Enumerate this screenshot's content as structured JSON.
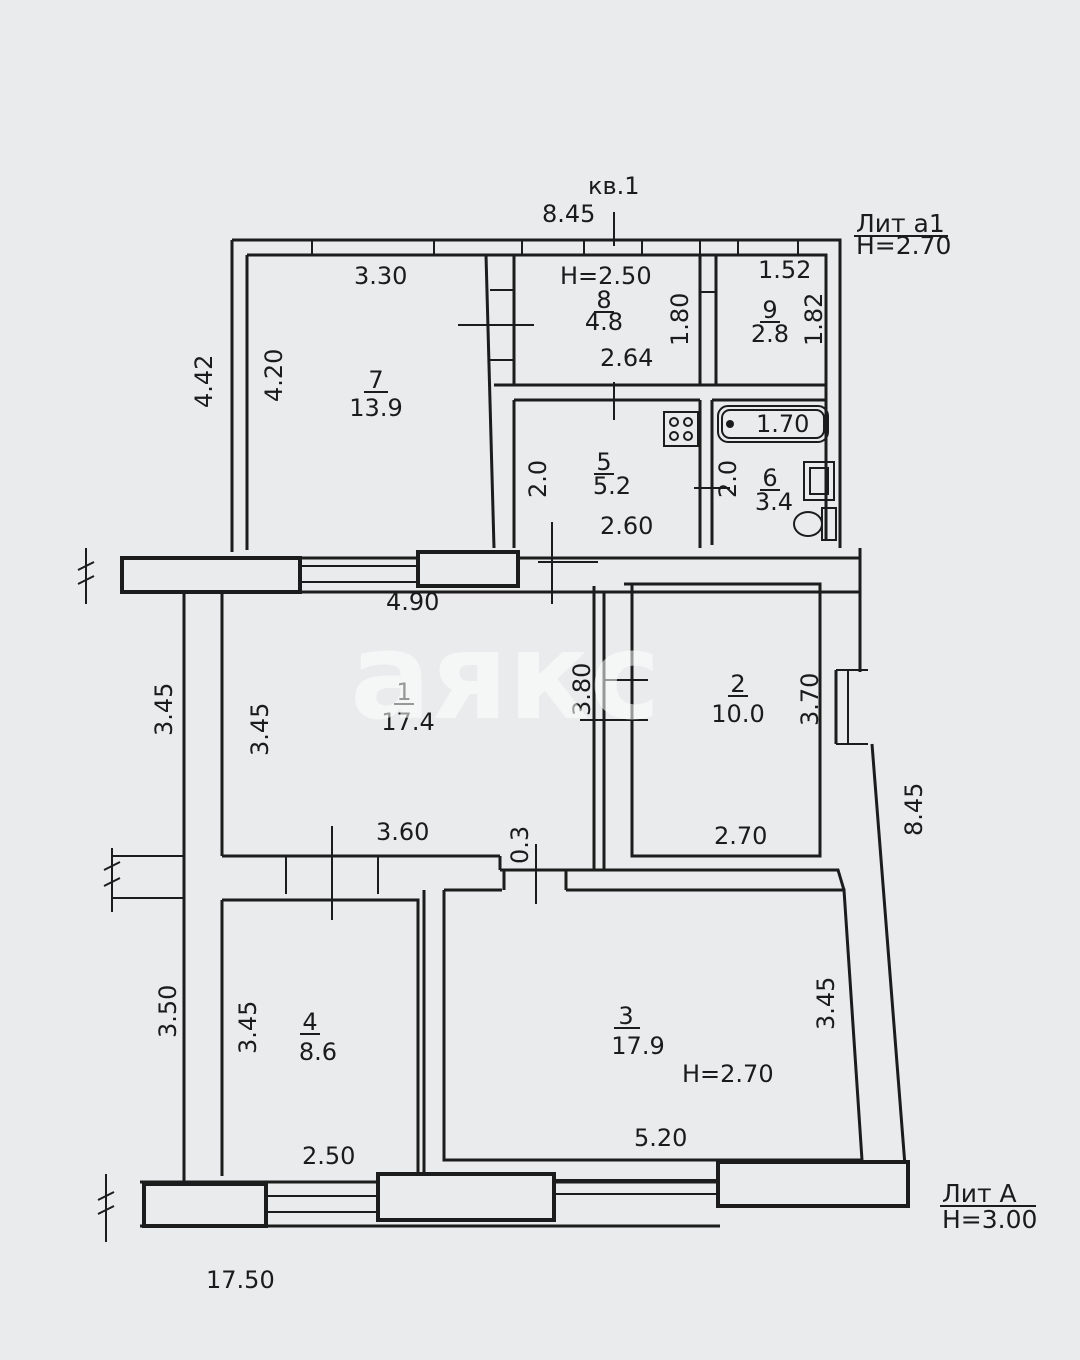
{
  "header": {
    "apartment_label": "кв.1",
    "top_dimension": "8.45"
  },
  "liter_a1": {
    "name": "Лит а1",
    "height": "H=2.70"
  },
  "liter_a": {
    "name": "Лит А",
    "height": "H=3.00"
  },
  "watermark": "аякс",
  "rooms": [
    {
      "number": "1",
      "area": "17.4"
    },
    {
      "number": "2",
      "area": "10.0"
    },
    {
      "number": "3",
      "area": "17.9"
    },
    {
      "number": "4",
      "area": "8.6"
    },
    {
      "number": "5",
      "area": "5.2"
    },
    {
      "number": "6",
      "area": "3.4"
    },
    {
      "number": "7",
      "area": "13.9"
    },
    {
      "number": "8",
      "area": "4.8"
    },
    {
      "number": "9",
      "area": "2.8"
    }
  ],
  "dimensions": {
    "room7_width": "3.30",
    "room7_height": "4.20",
    "left_upper": "4.42",
    "room8_height_label": "H=2.50",
    "room8_side": "1.80",
    "room8_bottom": "2.64",
    "room9_width": "1.52",
    "room9_height": "1.82",
    "bath_length": "1.70",
    "room5_side": "2.0",
    "room5_bottom": "2.60",
    "room6_side": "2.0",
    "room1_top": "4.90",
    "left_middle": "3.45",
    "room1_side": "3.45",
    "room1_bottom": "3.60",
    "corridor_width": "0.3",
    "partition_length": "3.80",
    "room2_side": "3.70",
    "room2_bottom": "2.70",
    "right_total": "8.45",
    "left_lower": "3.50",
    "room4_side": "3.45",
    "room4_bottom": "2.50",
    "room3_side": "3.45",
    "room3_height_label": "H=2.70",
    "room3_bottom": "5.20",
    "bottom_total": "17.50"
  }
}
